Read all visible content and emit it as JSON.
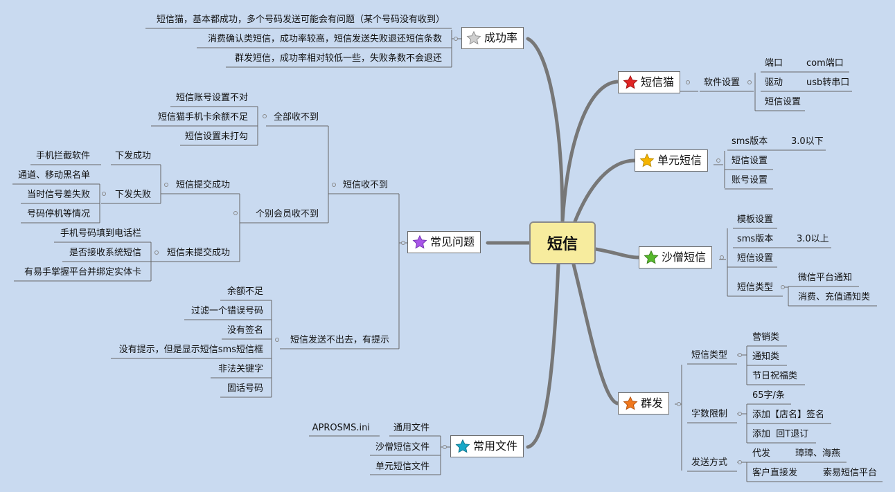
{
  "root": "短信",
  "branches": {
    "success_rate": {
      "label": "成功率",
      "star_color": "#c8c8c8",
      "items": [
        "短信猫，基本都成功，多个号码发送可能会有问题（某个号码没有收到）",
        "消费确认类短信，成功率较高，短信发送失败退还短信条数",
        "群发短信，成功率相对较低一些，失败条数不会退还"
      ]
    },
    "sms_cat": {
      "label": "短信猫",
      "star_color": "#e02424",
      "software": "软件设置",
      "port": "端口",
      "port_value": "com端口",
      "driver": "驱动",
      "driver_value": "usb转串口",
      "sms_settings": "短信设置"
    },
    "unit_sms": {
      "label": "单元短信",
      "star_color": "#f5b400",
      "version": "sms版本",
      "version_value": "3.0以下",
      "sms_settings": "短信设置",
      "account_settings": "账号设置"
    },
    "shazeng_sms": {
      "label": "沙僧短信",
      "star_color": "#56b82c",
      "template": "模板设置",
      "version": "sms版本",
      "version_value": "3.0以上",
      "sms_settings": "短信设置",
      "sms_type": "短信类型",
      "type_wechat": "微信平台通知",
      "type_consume": "消费、充值通知类"
    },
    "group_send": {
      "label": "群发",
      "star_color": "#f0781e",
      "sms_type": "短信类型",
      "types": [
        "营销类",
        "通知类",
        "节日祝福类"
      ],
      "char_limit": "字数限制",
      "limits": [
        "65字/条",
        "添加【店名】签名",
        "添加  回T退订"
      ],
      "send_method": "发送方式",
      "agent": "代发",
      "agent_value": "璋璋、海燕",
      "direct": "客户直接发",
      "direct_value": "索易短信平台"
    },
    "faq": {
      "label": "常见问题",
      "star_color": "#a855e8",
      "not_received": "短信收不到",
      "all_not_received": "全部收不到",
      "all_reasons": [
        "短信账号设置不对",
        "短信猫手机卡余额不足",
        "短信设置未打勾"
      ],
      "some_not_received": "个别会员收不到",
      "submit_ok": "短信提交成功",
      "delivered": "下发成功",
      "intercept": "手机拦截软件",
      "deliver_fail": "下发失败",
      "fail_reasons": [
        "通道、移动黑名单",
        "当时信号差失败",
        "号码停机等情况"
      ],
      "submit_fail": "短信未提交成功",
      "submit_fail_reasons": [
        "手机号码填到电话栏",
        "是否接收系统短信",
        "有易手掌握平台并绑定实体卡"
      ],
      "send_fail": "短信发送不出去，有提示",
      "send_fail_reasons": [
        "余额不足",
        "过滤一个错误号码",
        "没有签名",
        "没有提示，但是显示短信sms短信框",
        "非法关键字",
        "固话号码"
      ]
    },
    "common_files": {
      "label": "常用文件",
      "star_color": "#18a8c8",
      "general": "通用文件",
      "general_value": "APROSMS.ini",
      "shazeng_file": "沙僧短信文件",
      "unit_file": "单元短信文件"
    }
  }
}
